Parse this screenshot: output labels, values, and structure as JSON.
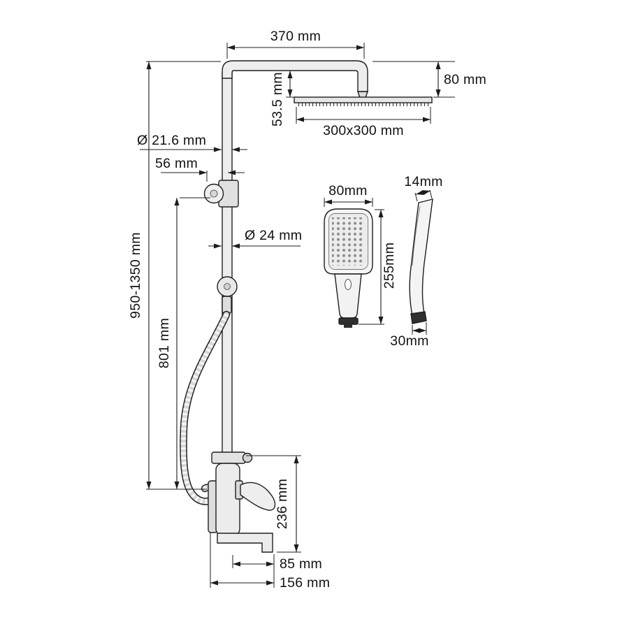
{
  "meta": {
    "background": "#ffffff",
    "line_color": "#1c1c1c",
    "dark_fill": "#303030"
  },
  "dims": {
    "arm_reach": "370 mm",
    "head_height": "80 mm",
    "arm_to_head": "53.5 mm",
    "head_size": "300x300 mm",
    "pipe_diameter": "Ø 21.6 mm",
    "bracket_offset": "56 mm",
    "slider_diameter": "Ø 24 mm",
    "column_height": "950-1350 mm",
    "lower_column": "801 mm",
    "handshower_width": "80mm",
    "handshower_depth": "14mm",
    "handshower_length": "255mm",
    "handshower_base": "30mm",
    "mixer_height": "236 mm",
    "spout_reach": "85 mm",
    "mixer_depth": "156 mm"
  }
}
